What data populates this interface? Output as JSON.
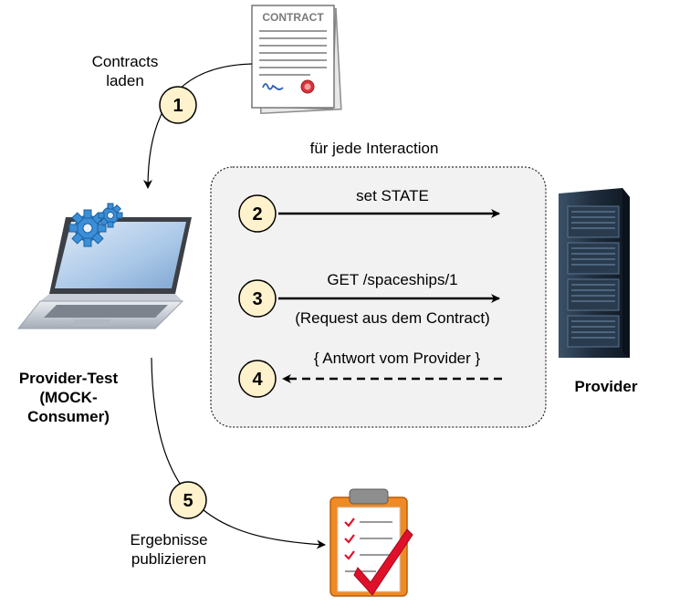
{
  "steps": [
    {
      "number": "1",
      "label_lines": [
        "Contracts",
        "laden"
      ]
    },
    {
      "number": "2",
      "label": "set STATE"
    },
    {
      "number": "3",
      "label": "GET /spaceships/1",
      "sublabel": "(Request aus dem Contract)"
    },
    {
      "number": "4",
      "label": "{ Antwort vom Provider }"
    },
    {
      "number": "5",
      "label_lines": [
        "Ergebnisse",
        "publizieren"
      ]
    }
  ],
  "loop_label": "für jede Interaction",
  "contract_doc": {
    "title": "CONTRACT"
  },
  "consumer": {
    "label_lines": [
      "Provider-Test",
      "(MOCK-",
      "Consumer)"
    ]
  },
  "provider": {
    "label": "Provider"
  },
  "colors": {
    "step_circle_fill": "#fff2cc",
    "loop_box_fill": "#f2f2f2",
    "arrow": "#000000",
    "check_mark": "#e0102a",
    "clipboard": "#f08a24",
    "server": "#1e2c3c",
    "laptop_screen": "#a9c7e8",
    "gears": "#3a8fd8"
  }
}
